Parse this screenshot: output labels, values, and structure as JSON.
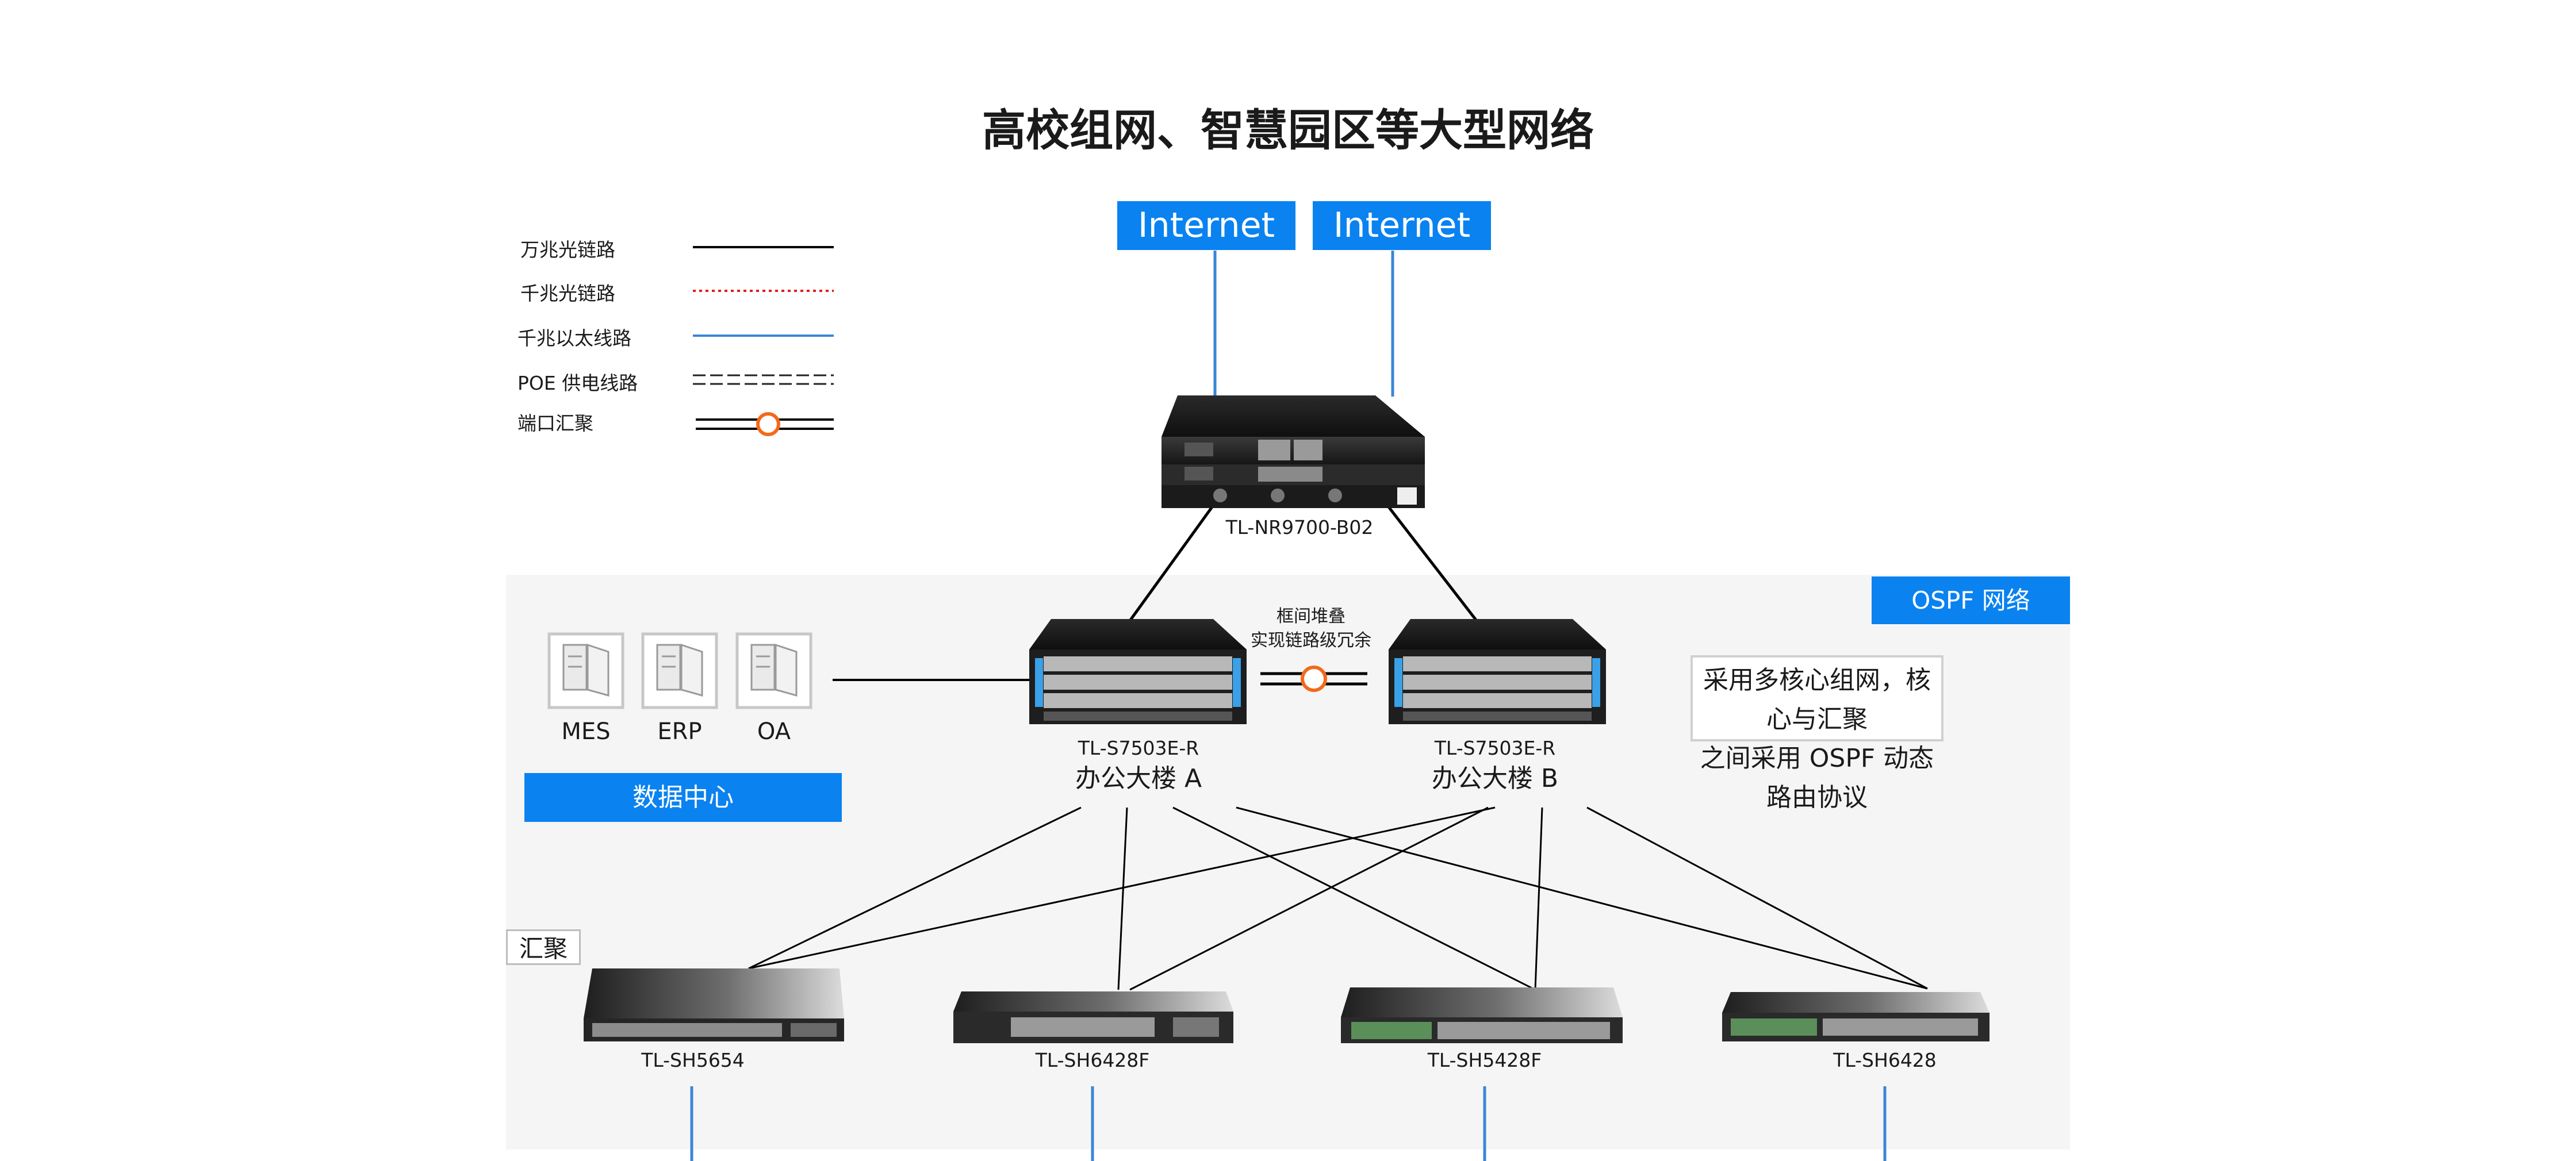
{
  "title": "高校组网、智慧园区等大型网络",
  "legend": {
    "items": [
      {
        "label": "万兆光链路"
      },
      {
        "label": "千兆光链路"
      },
      {
        "label": "千兆以太线路"
      },
      {
        "label": "POE 供电线路"
      },
      {
        "label": "端口汇聚"
      }
    ]
  },
  "internet": [
    "Internet",
    "Internet"
  ],
  "router": {
    "model": "TL-NR9700-B02"
  },
  "region_label": "OSPF 网络",
  "stack_note": [
    "框间堆叠",
    "实现链路级冗余"
  ],
  "core": [
    {
      "model": "TL-S7503E-R",
      "location": "办公大楼 A"
    },
    {
      "model": "TL-S7503E-R",
      "location": "办公大楼 B"
    }
  ],
  "info_box": [
    "采用多核心组网，核心与汇聚",
    "之间采用 OSPF 动态路由协议"
  ],
  "datacenter": {
    "label": "数据中心",
    "servers": [
      "MES",
      "ERP",
      "OA"
    ]
  },
  "aggregation_label": "汇聚",
  "aggregation": [
    {
      "model": "TL-SH5654"
    },
    {
      "model": "TL-SH6428F"
    },
    {
      "model": "TL-SH5428F"
    },
    {
      "model": "TL-SH6428"
    }
  ],
  "colors": {
    "accent": "#0a82f0",
    "fiber_10g": "#000000",
    "fiber_1g": "#e02020",
    "ethernet": "#3a86d6",
    "lag_ring": "#f26a1b",
    "region_bg": "#f5f5f5"
  }
}
